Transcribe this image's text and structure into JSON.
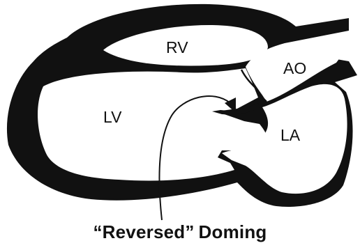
{
  "diagram": {
    "labels": {
      "rv": "RV",
      "ao": "AO",
      "lv": "LV",
      "la": "LA"
    },
    "caption": {
      "quoted": "“Reversed”",
      "rest": "Doming"
    },
    "colors": {
      "ink": "#111111",
      "background": "#ffffff"
    }
  }
}
